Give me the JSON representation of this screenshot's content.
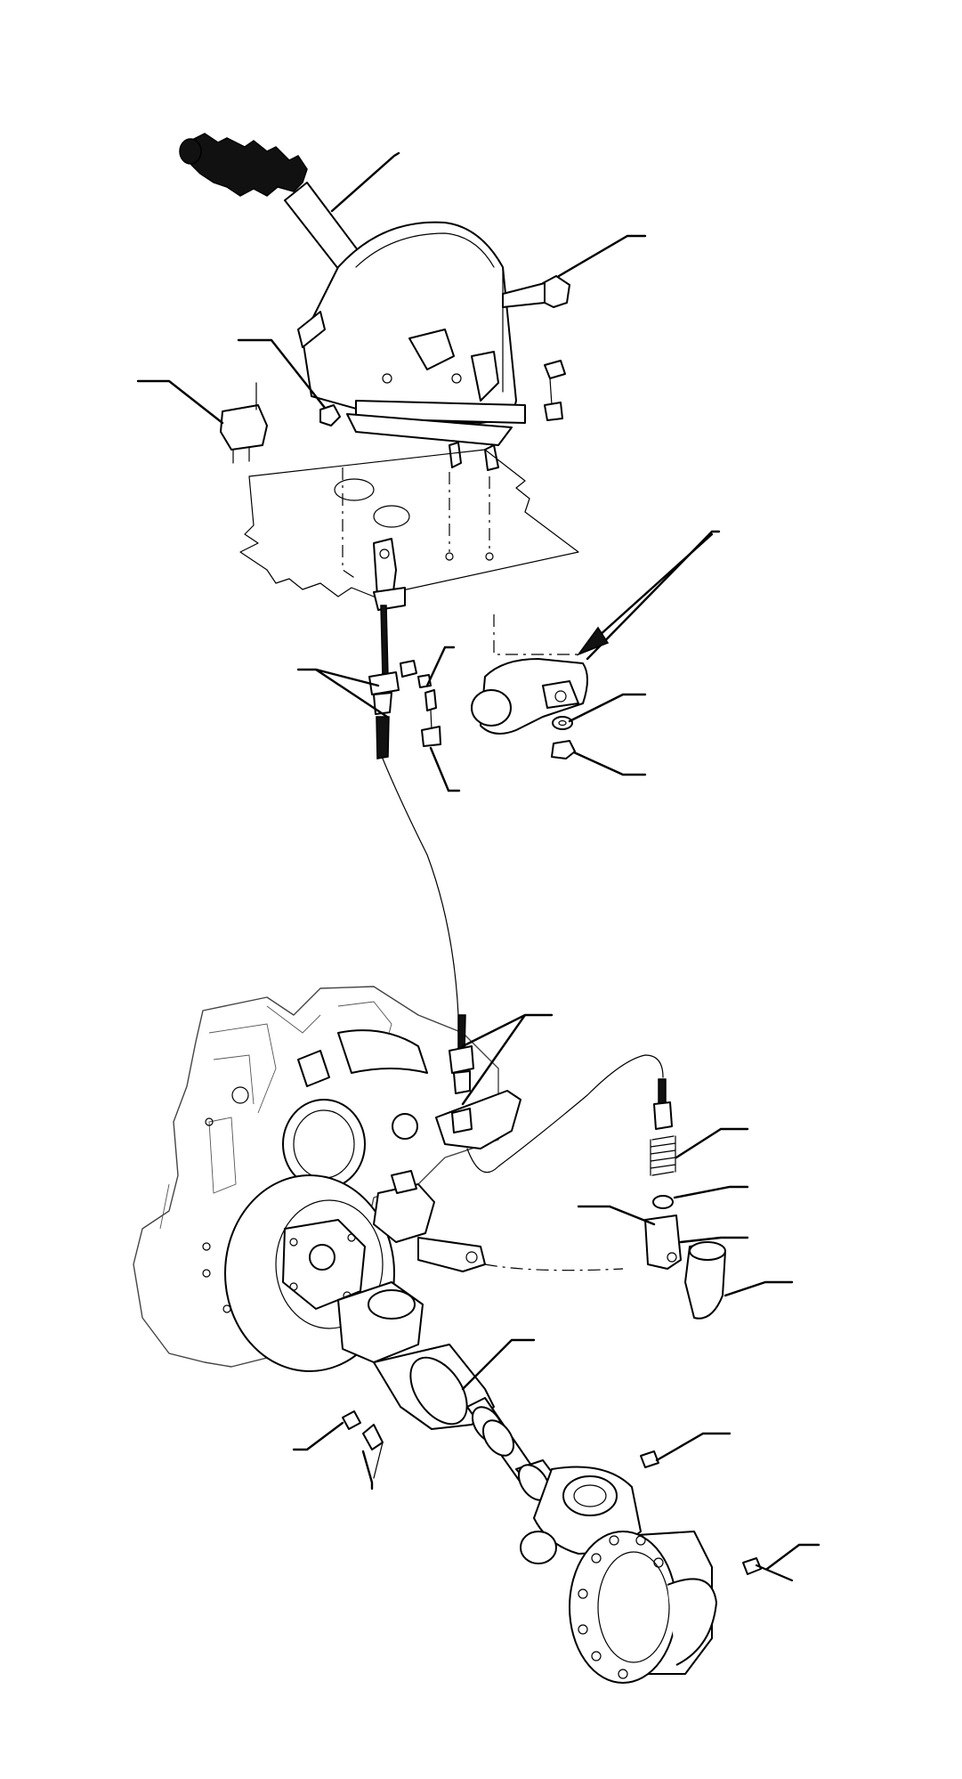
{
  "figure": {
    "kind": "exploded parts drawing",
    "callout_count": 18,
    "callout_labels_printed": false
  },
  "parts": [
    {
      "id": "hand-lever"
    },
    {
      "id": "lever-housing"
    },
    {
      "id": "pivot-bolt"
    },
    {
      "id": "mounting-screw"
    },
    {
      "id": "switch"
    },
    {
      "id": "switch-nut"
    },
    {
      "id": "floor-panel"
    },
    {
      "id": "cable-upper"
    },
    {
      "id": "cable-bracket"
    },
    {
      "id": "bracket-screw"
    },
    {
      "id": "pivot-shaft"
    },
    {
      "id": "washer"
    },
    {
      "id": "nut"
    },
    {
      "id": "cable-lower"
    },
    {
      "id": "spring"
    },
    {
      "id": "clevis"
    },
    {
      "id": "dust-boot"
    },
    {
      "id": "propeller-shaft"
    },
    {
      "id": "shaft-bolt"
    },
    {
      "id": "flange-bolt"
    },
    {
      "id": "brake-drum"
    },
    {
      "id": "engine-block"
    }
  ],
  "colors": {
    "line": "#000000",
    "background": "#ffffff",
    "hatch": "#555555"
  }
}
